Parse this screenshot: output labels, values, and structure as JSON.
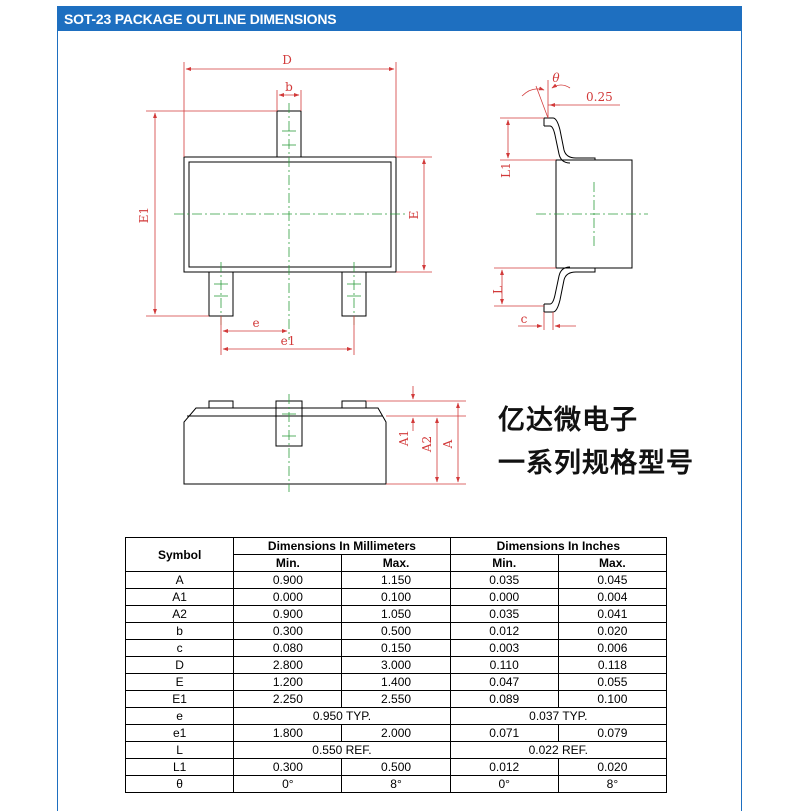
{
  "header": {
    "title": "SOT-23 PACKAGE OUTLINE DIMENSIONS"
  },
  "diagram": {
    "labels": {
      "D": "D",
      "b": "b",
      "E1": "E1",
      "E": "E",
      "e": "e",
      "e1": "e1",
      "theta": "θ",
      "gauge": "0.25",
      "L1": "L1",
      "L": "L",
      "c": "c",
      "A1": "A1",
      "A2": "A2",
      "A": "A"
    }
  },
  "caption": {
    "line1": "亿达微电子",
    "line2": "一系列规格型号"
  },
  "table": {
    "symbol_header": "Symbol",
    "mm_header": "Dimensions In Millimeters",
    "in_header": "Dimensions In Inches",
    "min": "Min.",
    "max": "Max.",
    "rows": [
      {
        "sym": "A",
        "mm_min": "0.900",
        "mm_max": "1.150",
        "in_min": "0.035",
        "in_max": "0.045"
      },
      {
        "sym": "A1",
        "mm_min": "0.000",
        "mm_max": "0.100",
        "in_min": "0.000",
        "in_max": "0.004"
      },
      {
        "sym": "A2",
        "mm_min": "0.900",
        "mm_max": "1.050",
        "in_min": "0.035",
        "in_max": "0.041"
      },
      {
        "sym": "b",
        "mm_min": "0.300",
        "mm_max": "0.500",
        "in_min": "0.012",
        "in_max": "0.020"
      },
      {
        "sym": "c",
        "mm_min": "0.080",
        "mm_max": "0.150",
        "in_min": "0.003",
        "in_max": "0.006"
      },
      {
        "sym": "D",
        "mm_min": "2.800",
        "mm_max": "3.000",
        "in_min": "0.110",
        "in_max": "0.118"
      },
      {
        "sym": "E",
        "mm_min": "1.200",
        "mm_max": "1.400",
        "in_min": "0.047",
        "in_max": "0.055"
      },
      {
        "sym": "E1",
        "mm_min": "2.250",
        "mm_max": "2.550",
        "in_min": "0.089",
        "in_max": "0.100"
      },
      {
        "sym": "e",
        "mm_typ": "0.950 TYP.",
        "in_typ": "0.037 TYP."
      },
      {
        "sym": "e1",
        "mm_min": "1.800",
        "mm_max": "2.000",
        "in_min": "0.071",
        "in_max": "0.079"
      },
      {
        "sym": "L",
        "mm_typ": "0.550 REF.",
        "in_typ": "0.022 REF."
      },
      {
        "sym": "L1",
        "mm_min": "0.300",
        "mm_max": "0.500",
        "in_min": "0.012",
        "in_max": "0.020"
      },
      {
        "sym": "θ",
        "mm_min": "0°",
        "mm_max": "8°",
        "in_min": "0°",
        "in_max": "8°"
      }
    ]
  },
  "colors": {
    "header_bg": "#1e6fc0",
    "dimension": "#d23a3a",
    "centerline": "#2e9e3e",
    "outline": "#000000"
  }
}
